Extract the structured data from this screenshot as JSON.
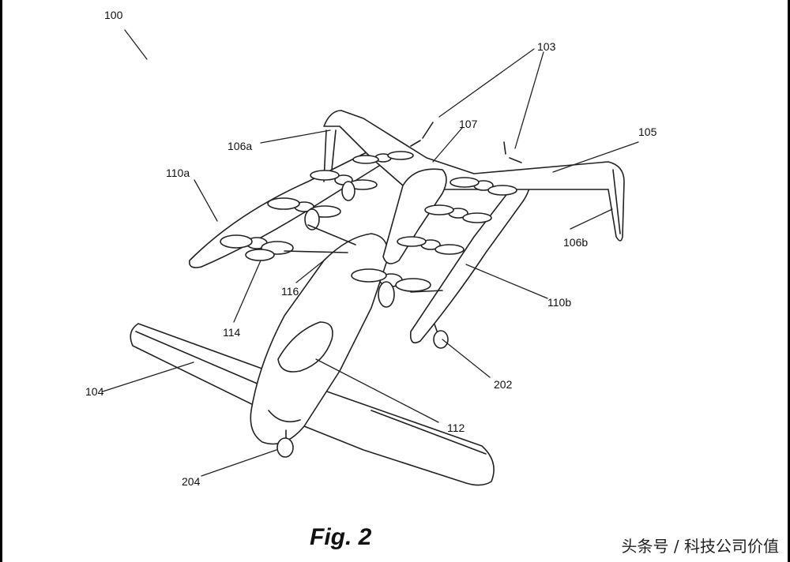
{
  "figure": {
    "caption": "Fig. 2",
    "reference_numerals": {
      "n100": "100",
      "n103": "103",
      "n107": "107",
      "n105": "105",
      "n106a": "106a",
      "n110a": "110a",
      "n106b": "106b",
      "n116": "116",
      "n110b": "110b",
      "n114": "114",
      "n202": "202",
      "n104": "104",
      "n112": "112",
      "n204": "204"
    }
  },
  "watermark": {
    "text": "头条号 / 科技公司价值"
  }
}
